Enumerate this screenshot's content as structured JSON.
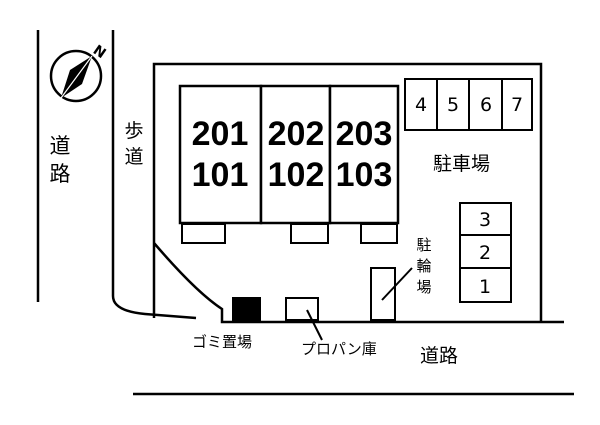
{
  "compass": {
    "north_label": "N"
  },
  "roads": {
    "west_road": "道路",
    "sidewalk": "歩道",
    "south_road": "道路"
  },
  "units": [
    {
      "upper": "201",
      "lower": "101"
    },
    {
      "upper": "202",
      "lower": "102"
    },
    {
      "upper": "203",
      "lower": "103"
    }
  ],
  "parking": {
    "label": "駐車場",
    "top_slots": [
      "4",
      "5",
      "6",
      "7"
    ],
    "side_slots": [
      "3",
      "2",
      "1"
    ]
  },
  "facilities": {
    "bicycle_parking": "駐輪場",
    "garbage": "ゴミ置場",
    "propane": "プロパン庫"
  }
}
